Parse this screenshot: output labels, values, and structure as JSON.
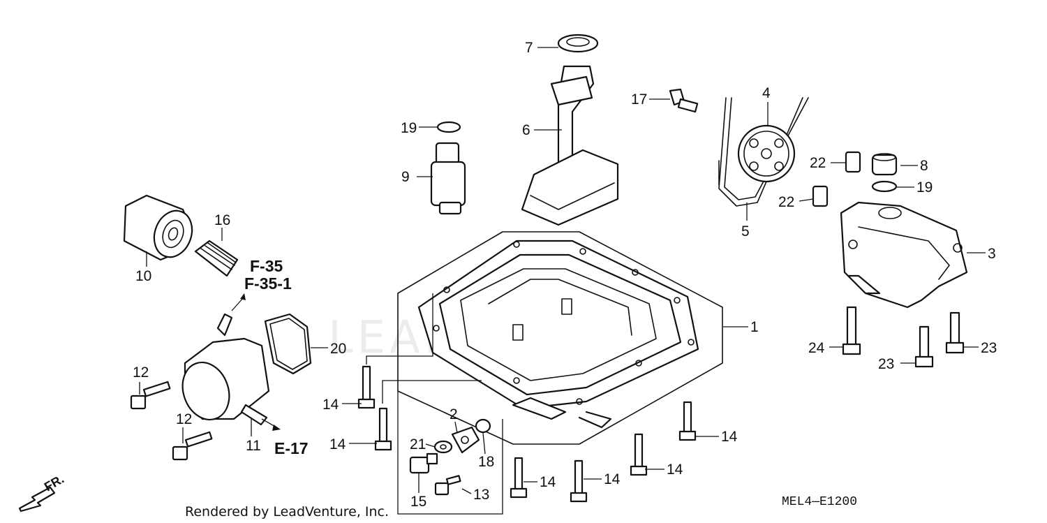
{
  "watermark": "LEADVENTURE",
  "callouts": {
    "c1": "1",
    "c2": "2",
    "c3": "3",
    "c4": "4",
    "c5": "5",
    "c6": "6",
    "c7": "7",
    "c8": "8",
    "c9": "9",
    "c10": "10",
    "c11": "11",
    "c12a": "12",
    "c12b": "12",
    "c13": "13",
    "c14a": "14",
    "c14b": "14",
    "c14c": "14",
    "c14d": "14",
    "c14e": "14",
    "c14f": "14",
    "c15": "15",
    "c16": "16",
    "c17": "17",
    "c18": "18",
    "c19a": "19",
    "c19b": "19",
    "c20": "20",
    "c21": "21",
    "c22a": "22",
    "c22b": "22",
    "c23a": "23",
    "c23b": "23",
    "c24": "24"
  },
  "references": {
    "f35": "F-35",
    "f351": "F-35-1",
    "e17": "E-17",
    "fr": "FR."
  },
  "footer": {
    "credit": "Rendered by LeadVenture, Inc.",
    "diagram_code": "MEL4—E1200"
  }
}
